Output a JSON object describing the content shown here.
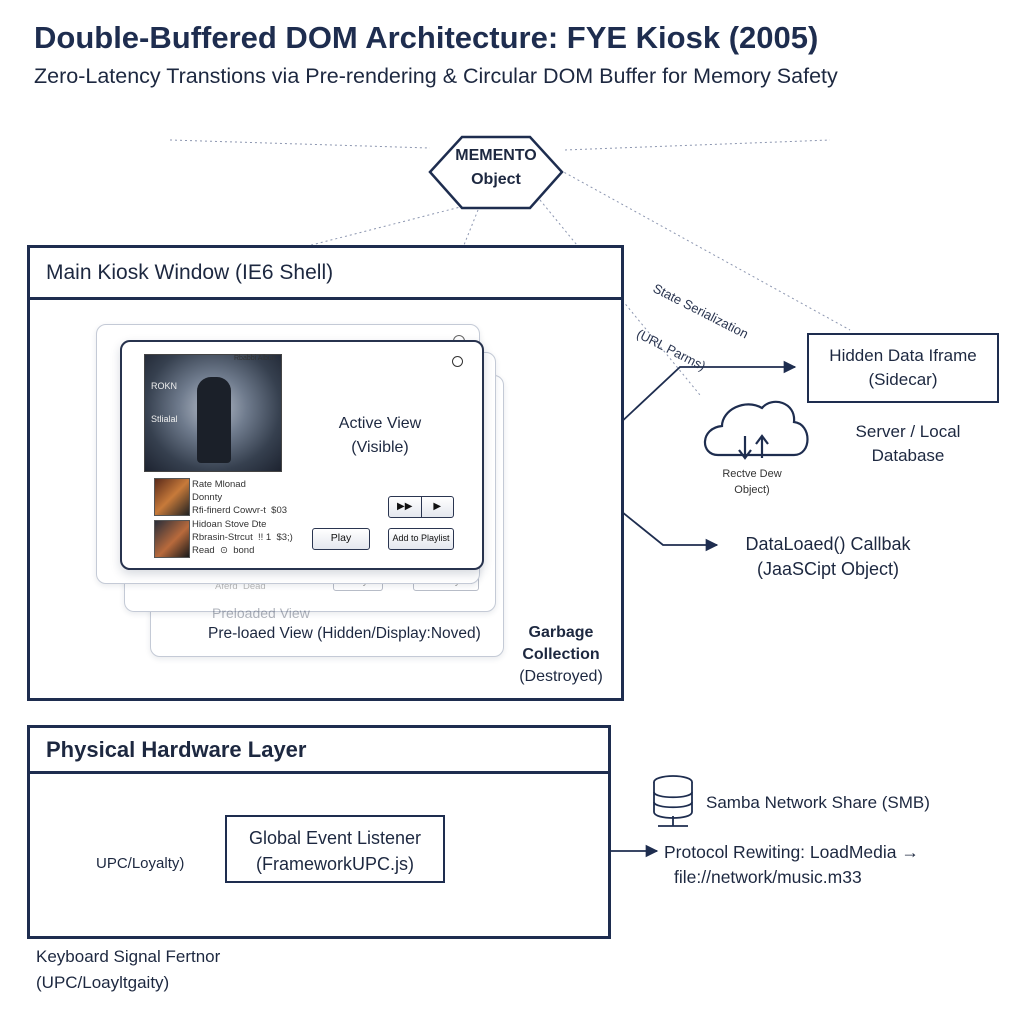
{
  "header": {
    "title": "Double-Buffered DOM Architecture: FYE Kiosk (2005)",
    "subtitle": "Zero-Latency Transtions via Pre-rendering & Circular DOM Buffer for Memory Safety"
  },
  "memento": {
    "line1": "MEMENTO",
    "line2": "Object"
  },
  "state_serialization": {
    "line1": "State Serialization",
    "line2": "(URL Parms)"
  },
  "main_window": {
    "title": "Main Kiosk Window (IE6 Shell)",
    "active_view": {
      "line1": "Active View",
      "line2": "(Visible)"
    },
    "album_text": {
      "line1": "ROKN",
      "line2": "Stlialal",
      "caption": "Rbabbi Albun"
    },
    "track1": "Rate Mlonad\nDonnty\nRfi-finerd Cowvr-t  $03",
    "track2": "Hidoan Stove Dte\nRbrasin-Strcut  !! 1  $3;)\nRead  ⊙  bond",
    "back_track": "Khcuss go Dkd  3000\nAferd  Dead",
    "play_button": "Play",
    "add_playlist_button": "Add to Playlist",
    "play_button_ghost": "Play",
    "add_playlist_ghost": "Add Playlist",
    "preloaded_ghost_label": "Preloaded View",
    "preloaded_label": "Pre-loaed View (Hidden/Display:Noved)",
    "gc_label": {
      "line1": "Garbage",
      "line2": "Collection",
      "line3": "(Destroyed)"
    }
  },
  "hidden_iframe": {
    "line1": "Hidden Data Iframe",
    "line2": "(Sidecar)"
  },
  "server": {
    "line1": "Server / Local",
    "line2": "Database",
    "cloud_line1": "Rectve Dew",
    "cloud_line2": "Object)"
  },
  "callback": {
    "line1": "DataLoaed() Callbak",
    "line2": "(JaaSCipt Object)"
  },
  "hardware": {
    "title": "Physical Hardware Layer",
    "scanner_label": "UPC/Loyalty)",
    "listener": {
      "line1": "Global Event Listener",
      "line2": "(FrameworkUPC.js)"
    },
    "samba": "Samba Network Share (SMB)",
    "protocol": {
      "line1": "Protocol Rewiting: LoadMedia →",
      "line2": "file://network/music.m33"
    }
  },
  "keyboard_signal": {
    "line1": "Keyboard Signal Fertnor",
    "line2": "(UPC/Loayltgaity)"
  },
  "icons": [
    "memento-hexagon",
    "trash-icon",
    "cloud-icon",
    "scanner-icon",
    "speaker-icon",
    "server-icon",
    "settings-icon",
    "cycle-arrow-icon"
  ],
  "colors": {
    "primary": "#1e2d4f",
    "text": "#1d2840",
    "guide": "#8c96b0"
  }
}
